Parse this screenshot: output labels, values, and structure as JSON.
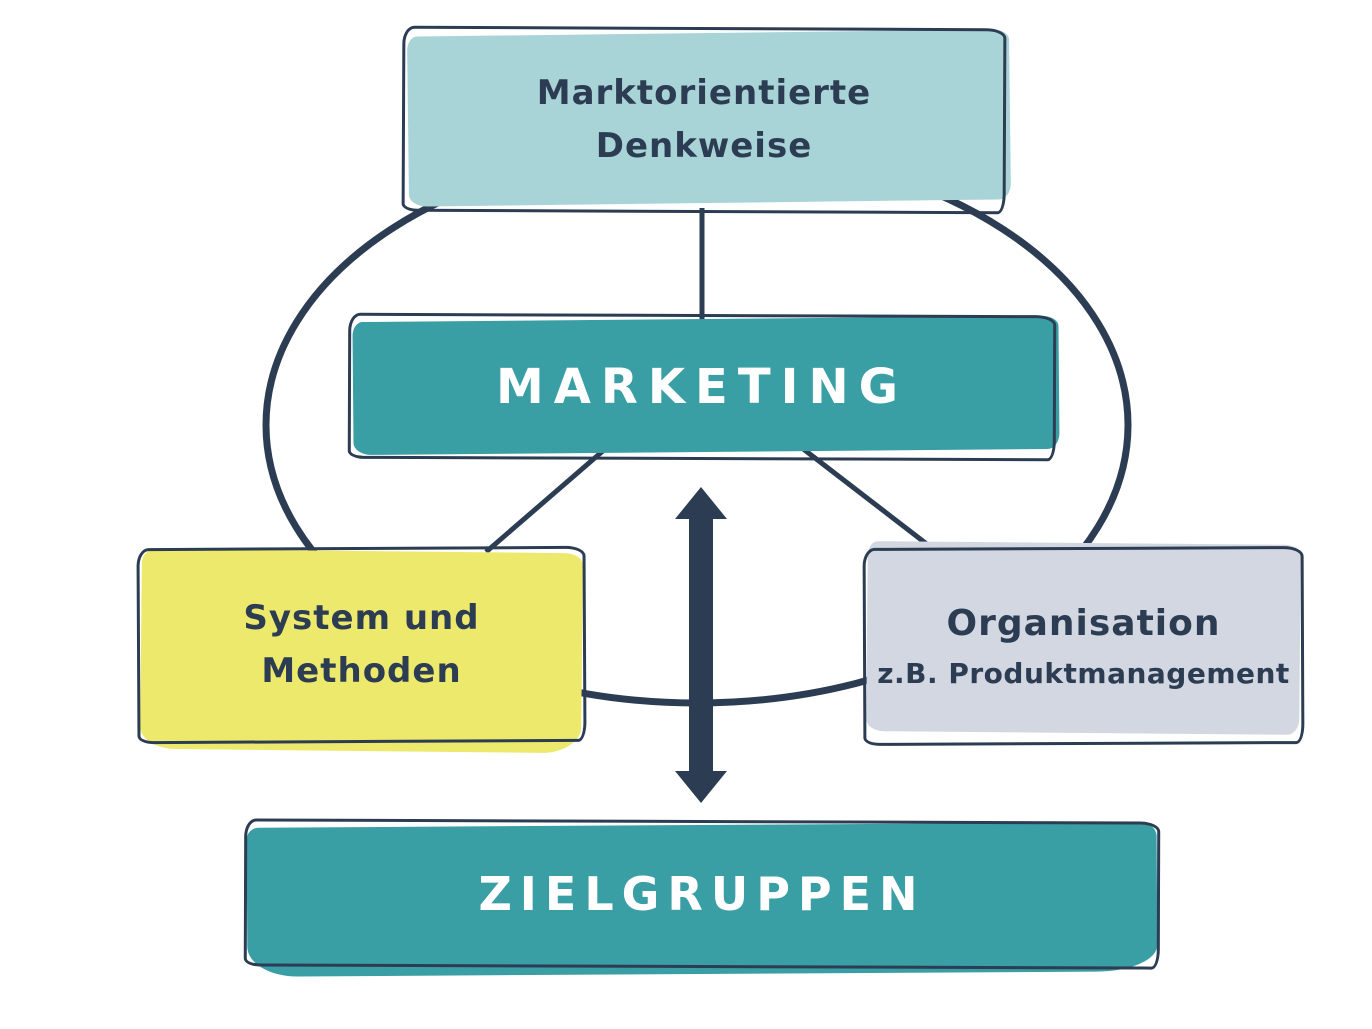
{
  "diagram": {
    "top_box": {
      "line1": "Marktorientierte",
      "line2": "Denkweise"
    },
    "marketing_box": {
      "label": "MARKETING"
    },
    "system_box": {
      "line1": "System und",
      "line2": "Methoden"
    },
    "organisation_box": {
      "line1": "Organisation",
      "line2": "z.B. Produktmanagement"
    },
    "zielgruppen_box": {
      "label": "ZIELGRUPPEN"
    },
    "colors": {
      "teal": "#3A9EA5",
      "light_teal": "#A9D4D7",
      "yellow": "#EDE96C",
      "gray_lavender": "#D2D7E1",
      "navy": "#2C3C52",
      "background": "#FFFFFF"
    }
  }
}
